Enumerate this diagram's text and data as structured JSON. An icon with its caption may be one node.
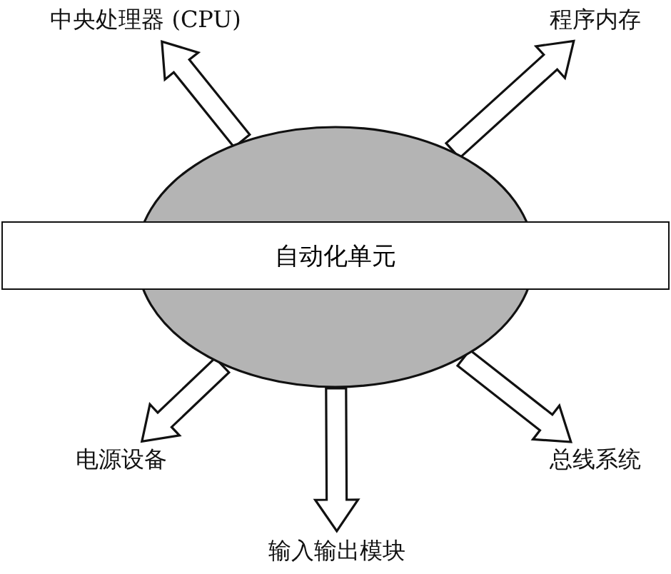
{
  "diagram": {
    "nodes": [
      {
        "text": [],
        "shape": "ellipse"
      },
      {
        "text": [
          "自动化单元"
        ]
      },
      {
        "text": [
          "中央处理器 (CPU)"
        ]
      },
      {
        "text": [
          "程序内存"
        ]
      },
      {
        "text": [
          "电源设备"
        ]
      },
      {
        "text": [
          "输入输出模块"
        ]
      },
      {
        "text": [
          "总线系统"
        ]
      }
    ],
    "edges": [
      {
        "from": 0,
        "to": 2,
        "arrow": "to"
      },
      {
        "from": 0,
        "to": 3,
        "arrow": "to"
      },
      {
        "from": 0,
        "to": 4,
        "arrow": "to"
      },
      {
        "from": 0,
        "to": 5,
        "arrow": "to"
      },
      {
        "from": 0,
        "to": 6,
        "arrow": "to"
      }
    ]
  }
}
